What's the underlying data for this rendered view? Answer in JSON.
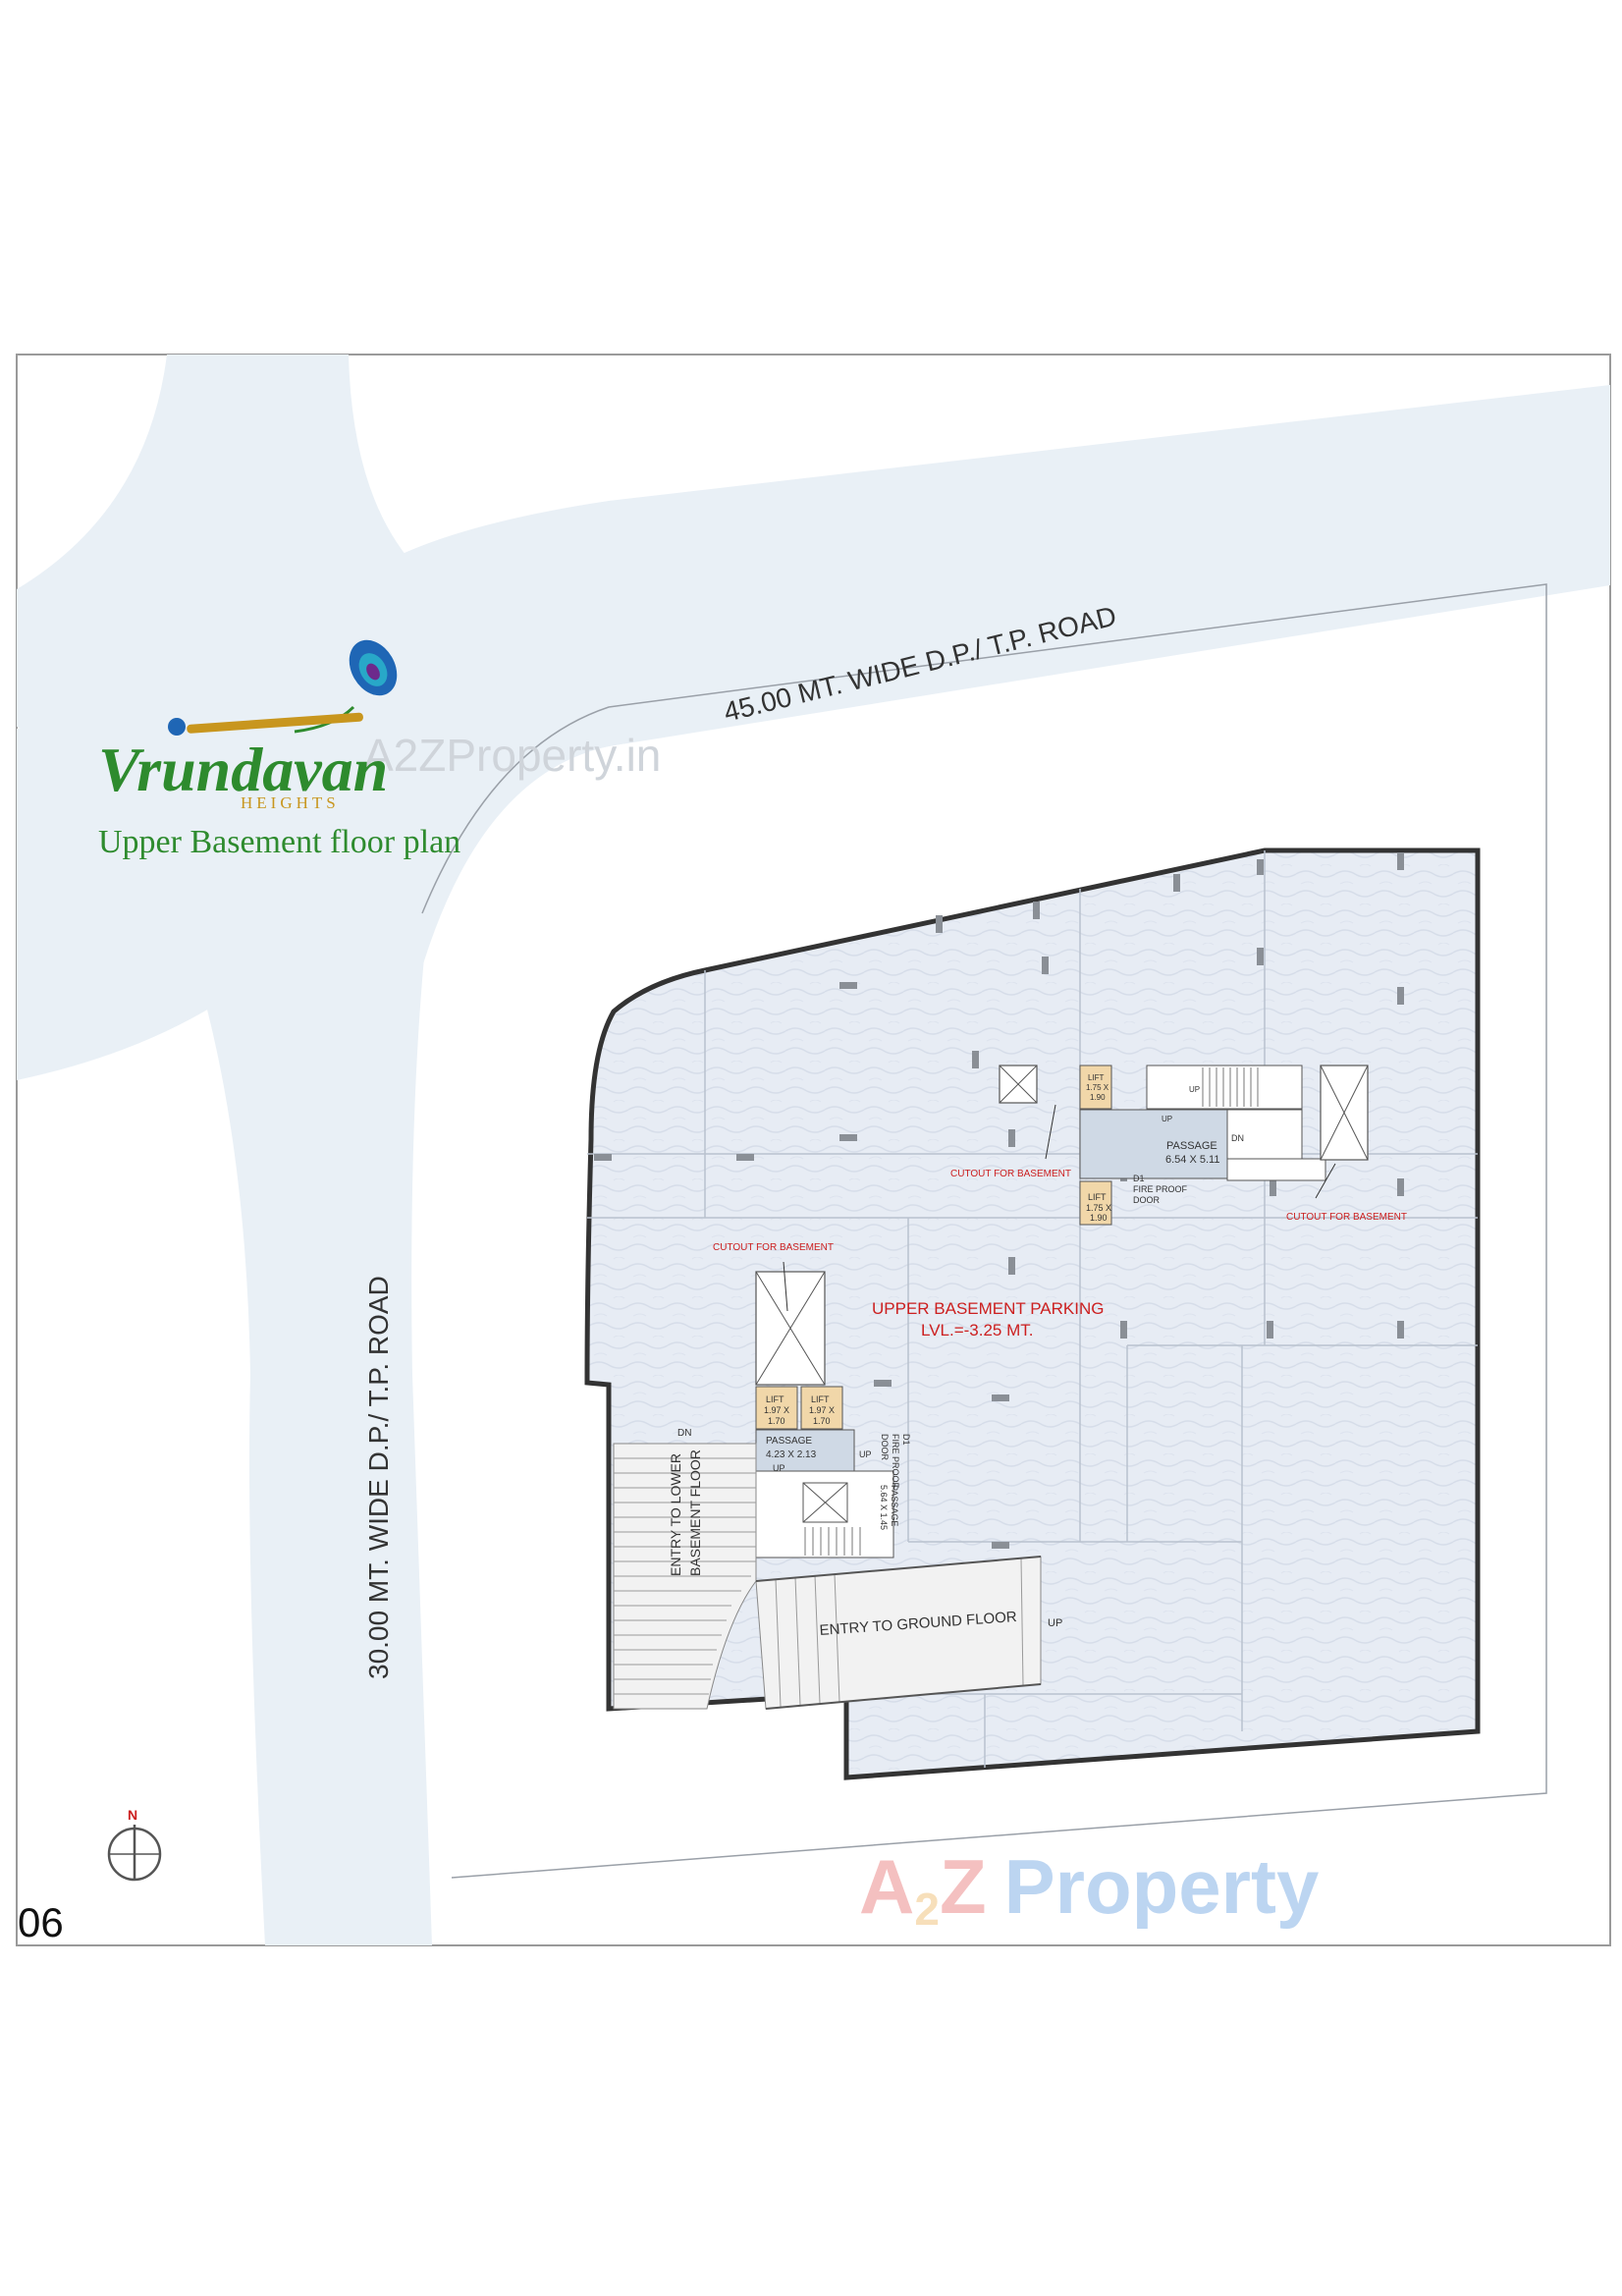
{
  "brand": {
    "name": "Vrundavan",
    "tagline": "HEIGHTS",
    "plan_title": "Upper Basement floor plan",
    "colors": {
      "green": "#2e8b2e",
      "gold": "#c8961e",
      "peacock": "#1f66b5"
    }
  },
  "watermarks": {
    "url": "A2ZProperty.in",
    "logo_a": "A",
    "logo_2": "2",
    "logo_z": "Z",
    "logo_rest": "Property"
  },
  "page_number": "06",
  "compass": {
    "label": "N"
  },
  "roads": {
    "top": "45.00 MT. WIDE D.P./ T.P. ROAD",
    "left": "30.00 MT. WIDE D.P./ T.P. ROAD"
  },
  "plan": {
    "parking_title": "UPPER BASEMENT PARKING",
    "parking_level": "LVL.=-3.25 MT.",
    "cutout": "CUTOUT FOR BASEMENT",
    "lift_word": "LIFT",
    "lift_a_dim1": "1.75 X",
    "lift_a_dim2": "1.90",
    "lift_b_dim1": "1.97 X",
    "lift_b_dim2": "1.70",
    "passage_word": "PASSAGE",
    "passage_1_dims": "6.54 X 5.11",
    "passage_2_dims": "4.23 X 2.13",
    "passage_3_dims": "5.64 X 1.45",
    "d1": "D1",
    "fire_proof": "FIRE PROOF",
    "door": "DOOR",
    "up": "UP",
    "dn": "DN",
    "entry_lower_1": "ENTRY TO LOWER",
    "entry_lower_2": "BASEMENT FLOOR",
    "entry_ground": "ENTRY TO GROUND FLOOR"
  }
}
